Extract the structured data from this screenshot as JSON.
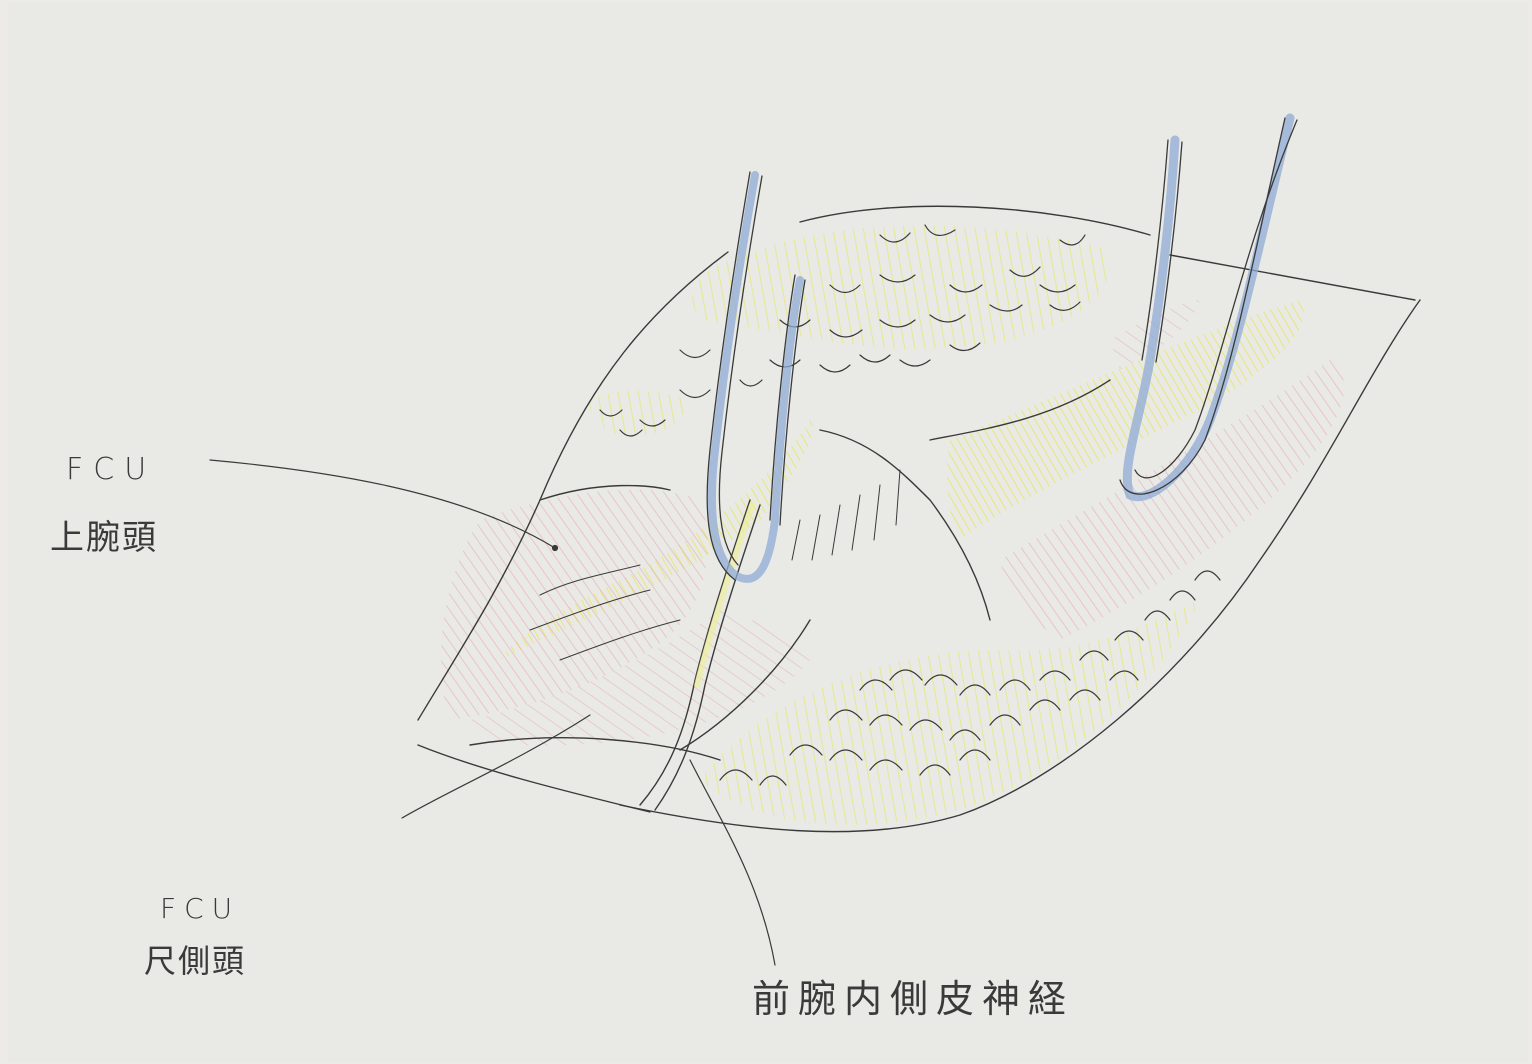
{
  "labels": {
    "fcu_top": "FCU",
    "fcu_top_sub": "上腕頭",
    "fcu_bottom": "FCU",
    "fcu_bottom_sub": "尺側頭",
    "nerve": "前腕内側皮神経"
  },
  "colors": {
    "paper": "#ecebe8",
    "pencil": "#2e2e2e",
    "muscle": "#e79aa8",
    "fat": "#e9ec6a",
    "vessel_loop": "#8fa9d6"
  }
}
